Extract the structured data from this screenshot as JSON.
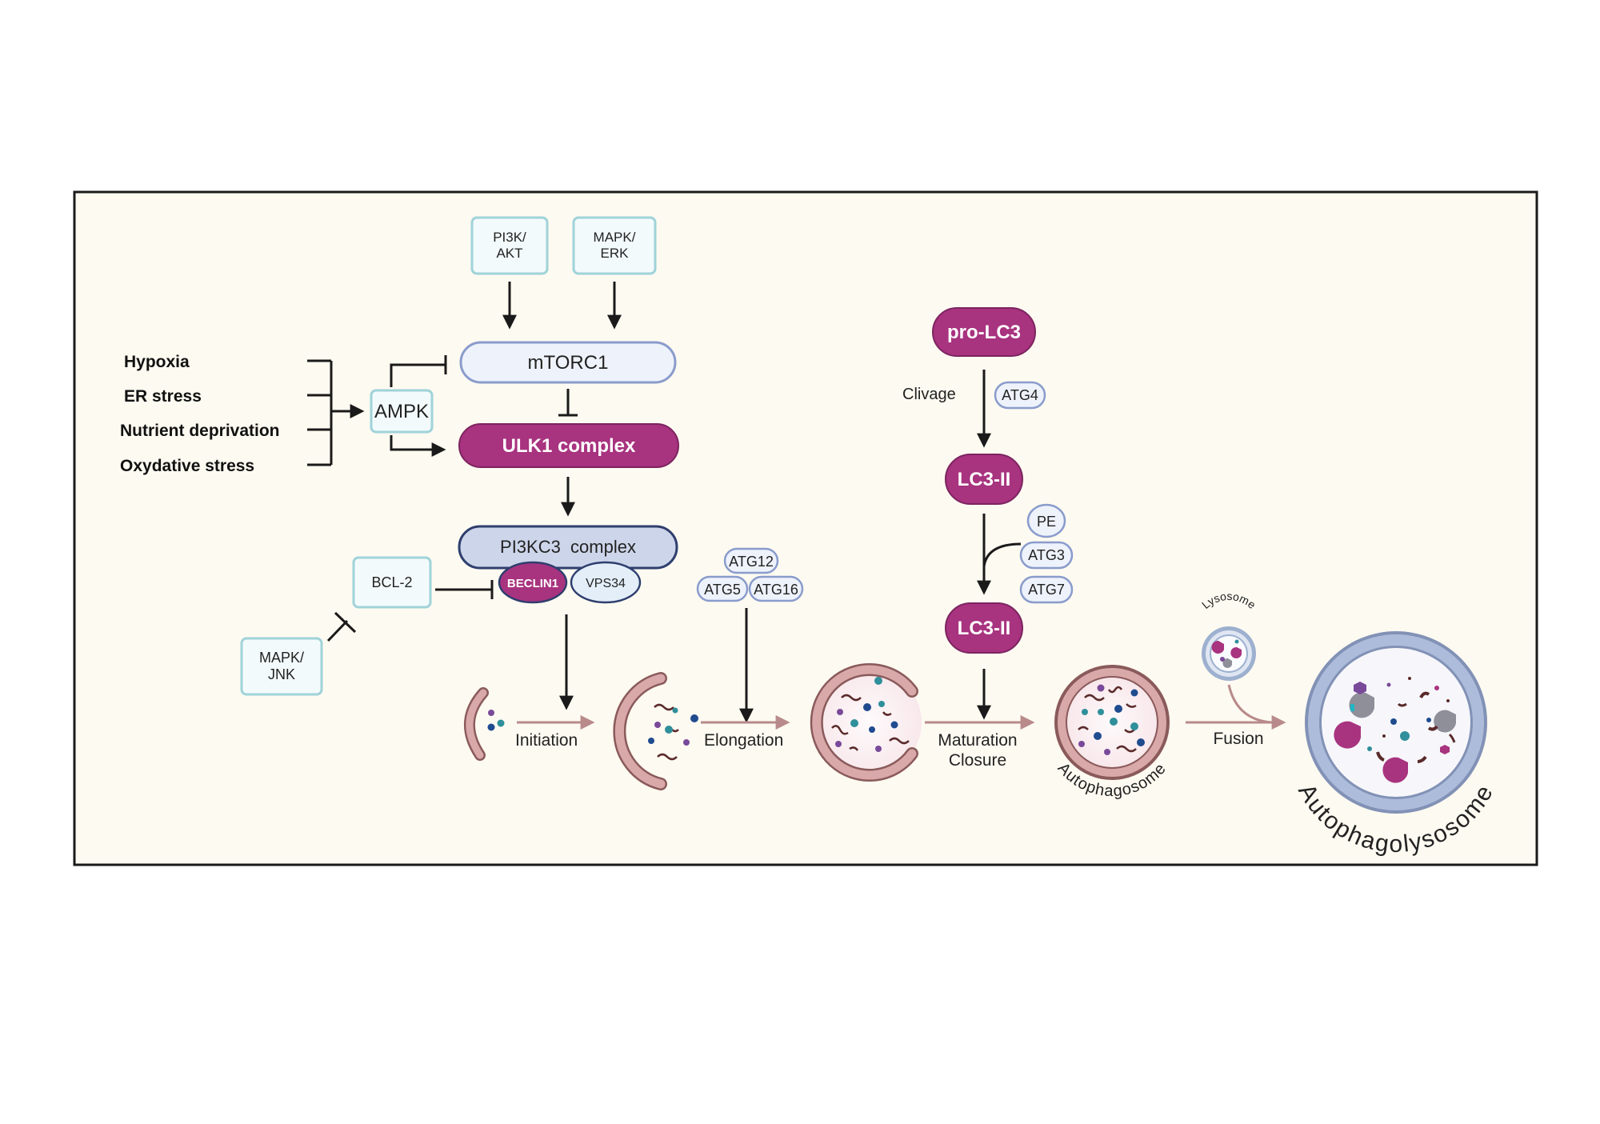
{
  "colors": {
    "background": "#fdfaf1",
    "frame": "#1a1a1a",
    "magenta": "#a8337f",
    "light_box_border": "#9fd3d9",
    "light_box_fill": "#f3fafb",
    "pill_fill": "#eef2fb",
    "pill_border": "#8a9ccc",
    "pi3k_fill": "#cdd5ea",
    "pi3k_border": "#2e3e6e",
    "vesicle_pink": "#c99a9a",
    "lysosome_blue": "#9db0cf",
    "process_arrow": "#b88a8a"
  },
  "upstream": {
    "pi3k_akt": [
      "PI3K/",
      "AKT"
    ],
    "mapk_erk": [
      "MAPK/",
      "ERK"
    ]
  },
  "stresses": [
    "Hypoxia",
    "ER stress",
    "Nutrient deprivation",
    "Oxydative stress"
  ],
  "nodes": {
    "ampk": "AMPK",
    "mtorc1": "mTORC1",
    "ulk1": "ULK1 complex",
    "pi3kc3": "PI3KC3  complex",
    "beclin1": "BECLIN1",
    "vps34": "VPS34",
    "bcl2": "BCL-2",
    "mapk_jnk": [
      "MAPK/",
      "JNK"
    ]
  },
  "atg_cluster": {
    "atg12": "ATG12",
    "atg5": "ATG5",
    "atg16": "ATG16"
  },
  "lc3": {
    "pro_lc3": "pro-LC3",
    "clivage": "Clivage",
    "atg4": "ATG4",
    "lc3_ii_a": "LC3-II",
    "pe": "PE",
    "atg3": "ATG3",
    "atg7": "ATG7",
    "lc3_ii_b": "LC3-II"
  },
  "stages": {
    "initiation": "Initiation",
    "elongation": "Elongation",
    "maturation": [
      "Maturation",
      "Closure"
    ],
    "fusion": "Fusion",
    "autophagosome": "Autophagosome",
    "lysosome": "Lysosome",
    "autophagolysosome": "Autophagolysosome"
  },
  "icons": [
    "activation-arrow",
    "inhibition-bar",
    "vesicle",
    "lysosome"
  ]
}
